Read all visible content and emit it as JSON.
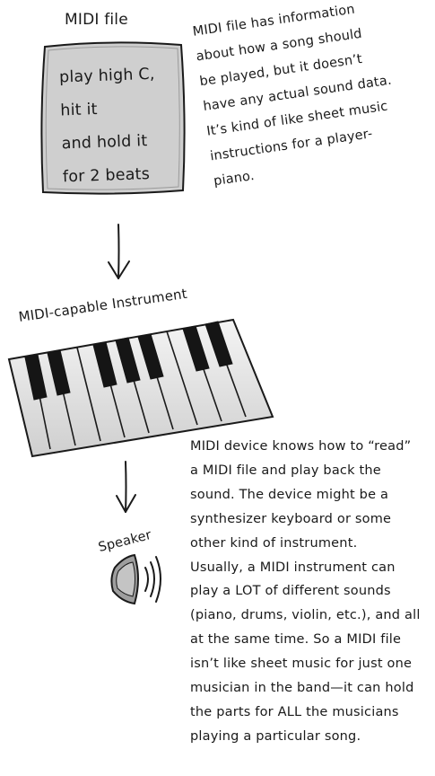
{
  "midi_file": {
    "label": "MIDI file",
    "card_lines": [
      "play high C,",
      "hit it",
      "and hold it",
      "for 2 beats"
    ]
  },
  "note_midi_file": {
    "lines": [
      "MIDI file has information",
      "about how a song should",
      "be played, but it doesn’t",
      "have any actual sound data.",
      "It’s kind of like sheet music",
      "instructions for a player-",
      "piano."
    ]
  },
  "instrument": {
    "label": "MIDI-capable Instrument"
  },
  "speaker": {
    "label": "Speaker"
  },
  "note_device": {
    "lines": [
      "MIDI device knows how to “read”",
      "a MIDI file and play back the",
      "sound. The device might be a",
      "synthesizer keyboard or some",
      "other kind of instrument.",
      "Usually, a MIDI instrument can",
      "play a LOT of different sounds",
      "(piano, drums, violin, etc.), and all",
      "at the same time. So a MIDI file",
      "isn’t like sheet music for just one",
      "musician in the band—it can hold",
      "the parts for ALL the musicians",
      "playing a particular song."
    ]
  },
  "colors": {
    "ink": "#1a1a1a",
    "card_fill": "#cfcfcf",
    "key_white": "#e6e6e6",
    "key_black": "#151515"
  },
  "icons": [
    "down-arrow-icon",
    "piano-keyboard-icon",
    "speaker-icon",
    "paper-card-icon"
  ]
}
